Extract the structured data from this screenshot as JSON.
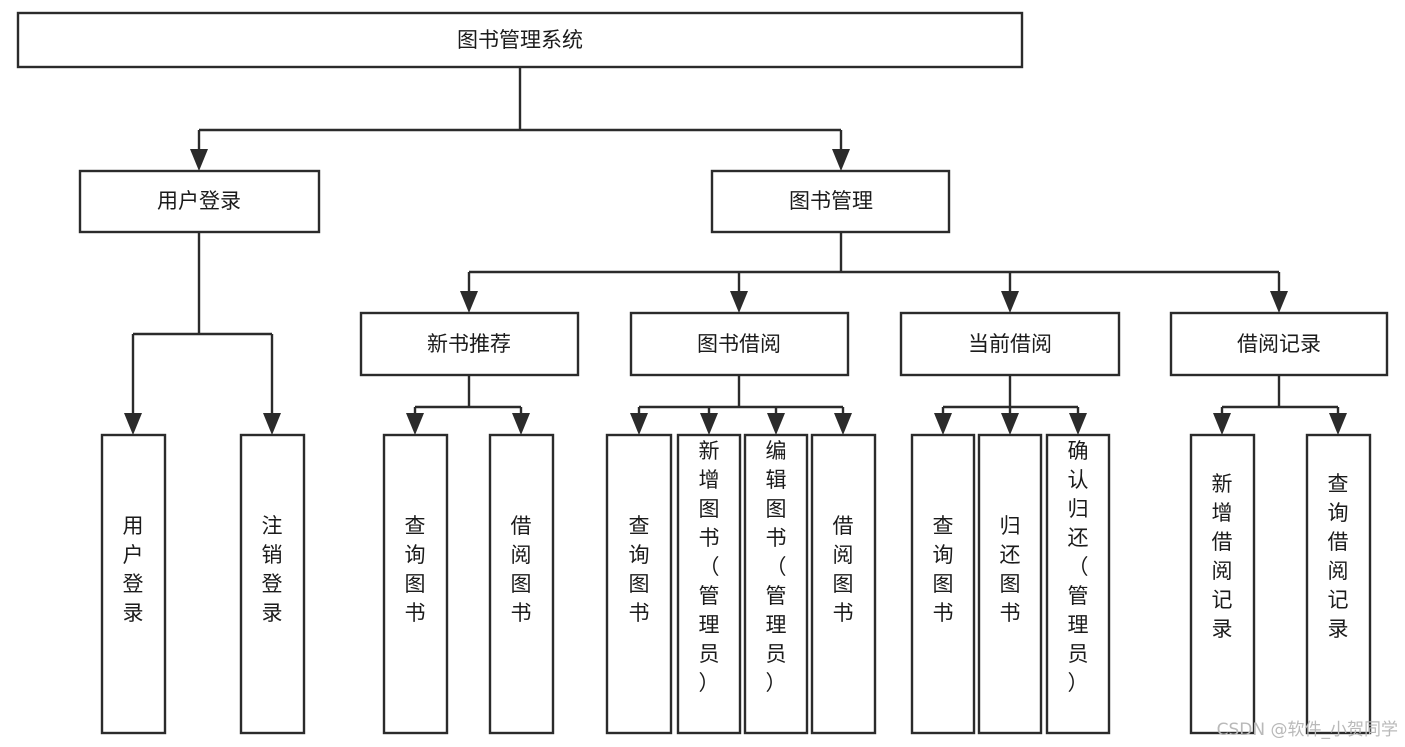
{
  "diagram": {
    "title": "图书管理系统",
    "type": "tree-hierarchy",
    "watermark": "CSDN @软件_小贺同学",
    "colors": {
      "stroke": "#2b2b2b",
      "fill": "#ffffff",
      "text": "#1b1b1b",
      "watermark": "#b9b9b9",
      "background": "#ffffff"
    },
    "nodes": {
      "root": {
        "label": "图书管理系统"
      },
      "level1": [
        {
          "id": "user-login",
          "label": "用户登录"
        },
        {
          "id": "book-manage",
          "label": "图书管理"
        }
      ],
      "level2": [
        {
          "id": "new-book-rec",
          "label": "新书推荐"
        },
        {
          "id": "book-borrow",
          "label": "图书借阅"
        },
        {
          "id": "current-borrow",
          "label": "当前借阅"
        },
        {
          "id": "borrow-record",
          "label": "借阅记录"
        }
      ],
      "leaves": {
        "user-login": [
          {
            "id": "leaf-user-login",
            "label": "用户登录"
          },
          {
            "id": "leaf-logout",
            "label": "注销登录"
          }
        ],
        "new-book-rec": [
          {
            "id": "leaf-query-book-1",
            "label": "查询图书"
          },
          {
            "id": "leaf-borrow-book-1",
            "label": "借阅图书"
          }
        ],
        "book-borrow": [
          {
            "id": "leaf-query-book-2",
            "label": "查询图书"
          },
          {
            "id": "leaf-add-book",
            "label": "新增图书（管理员）"
          },
          {
            "id": "leaf-edit-book",
            "label": "编辑图书（管理员）"
          },
          {
            "id": "leaf-borrow-book-2",
            "label": "借阅图书"
          }
        ],
        "current-borrow": [
          {
            "id": "leaf-query-book-3",
            "label": "查询图书"
          },
          {
            "id": "leaf-return-book",
            "label": "归还图书"
          },
          {
            "id": "leaf-confirm-return",
            "label": "确认归还（管理员）"
          }
        ],
        "borrow-record": [
          {
            "id": "leaf-add-record",
            "label": "新增借阅记录"
          },
          {
            "id": "leaf-query-record",
            "label": "查询借阅记录"
          }
        ]
      }
    }
  }
}
